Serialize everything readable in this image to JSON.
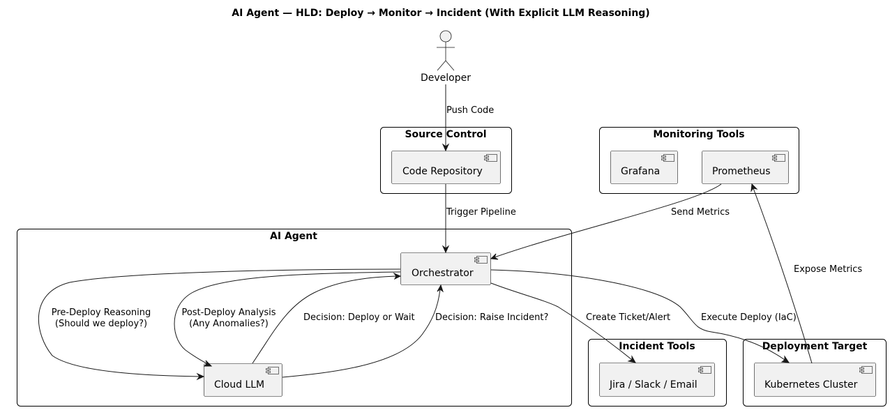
{
  "title": "AI Agent — HLD: Deploy → Monitor → Incident (With Explicit LLM Reasoning)",
  "actor": {
    "label": "Developer"
  },
  "packages": {
    "source_control": "Source Control",
    "monitoring_tools": "Monitoring Tools",
    "ai_agent": "AI Agent",
    "incident_tools": "Incident Tools",
    "deployment_target": "Deployment Target"
  },
  "components": {
    "code_repository": "Code Repository",
    "grafana": "Grafana",
    "prometheus": "Prometheus",
    "orchestrator": "Orchestrator",
    "cloud_llm": "Cloud LLM",
    "jira_slack_email": "Jira / Slack / Email",
    "kubernetes_cluster": "Kubernetes Cluster"
  },
  "edges": {
    "push_code": "Push Code",
    "trigger_pipeline": "Trigger Pipeline",
    "send_metrics": "Send Metrics",
    "expose_metrics": "Expose Metrics",
    "pre_deploy_1": "Pre-Deploy Reasoning",
    "pre_deploy_2": "(Should we deploy?)",
    "post_deploy_1": "Post-Deploy Analysis",
    "post_deploy_2": "(Any Anomalies?)",
    "decision_deploy": "Decision: Deploy or Wait",
    "decision_incident": "Decision: Raise Incident?",
    "create_ticket": "Create Ticket/Alert",
    "execute_deploy": "Execute Deploy (IaC)"
  }
}
